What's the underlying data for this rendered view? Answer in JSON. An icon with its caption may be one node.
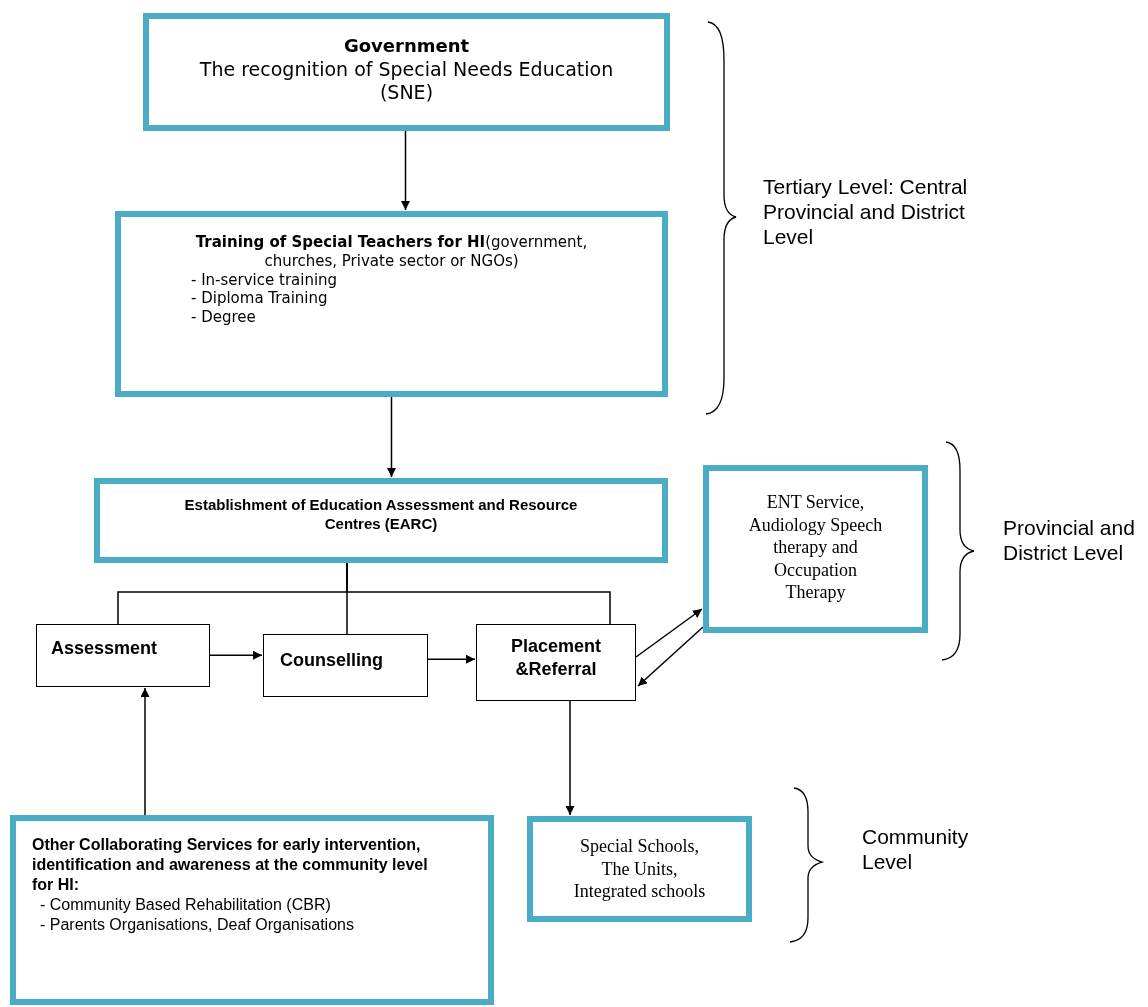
{
  "diagram": {
    "nodes": [
      {
        "text": [
          "Government",
          "The recognition of Special Needs Education (SNE)"
        ]
      },
      {
        "text": [
          "**Training of Special Teachers for HI**(government, churches, Private sector or NGOs)",
          "- In-service training",
          "- Diploma Training",
          "- Degree"
        ]
      },
      {
        "text": [
          "Establishment of Education Assessment and Resource Centres (EARC)"
        ]
      },
      {
        "text": [
          "ENT Service, Audiology Speech therapy and Occupation Therapy"
        ]
      },
      {
        "text": [
          "Assessment"
        ]
      },
      {
        "text": [
          "Counselling"
        ]
      },
      {
        "text": [
          "Placement &Referral"
        ]
      },
      {
        "text": [
          "Special Schools, The Units, Integrated schools"
        ]
      },
      {
        "text": [
          "Other Collaborating Services for early intervention, identification and awareness at the community level for HI:",
          "- Community Based Rehabilitation (CBR)",
          "- Parents Organisations, Deaf Organisations"
        ]
      }
    ],
    "edges": [
      {
        "from": 0,
        "to": 1,
        "arrow": "to"
      },
      {
        "from": 1,
        "to": 2,
        "arrow": "to"
      },
      {
        "from": 2,
        "to": 4,
        "arrow": "none"
      },
      {
        "from": 2,
        "to": 5,
        "arrow": "none"
      },
      {
        "from": 2,
        "to": 6,
        "arrow": "none"
      },
      {
        "from": 4,
        "to": 5,
        "arrow": "to"
      },
      {
        "from": 5,
        "to": 6,
        "arrow": "to"
      },
      {
        "from": 6,
        "to": 3,
        "arrow": "to"
      },
      {
        "from": 3,
        "to": 6,
        "arrow": "to"
      },
      {
        "from": 6,
        "to": 7,
        "arrow": "to"
      },
      {
        "from": 8,
        "to": 4,
        "arrow": "to"
      }
    ],
    "labels": [
      "Tertiary Level: Central Provincial and District Level",
      "Provincial and District Level",
      "Community Level"
    ]
  }
}
